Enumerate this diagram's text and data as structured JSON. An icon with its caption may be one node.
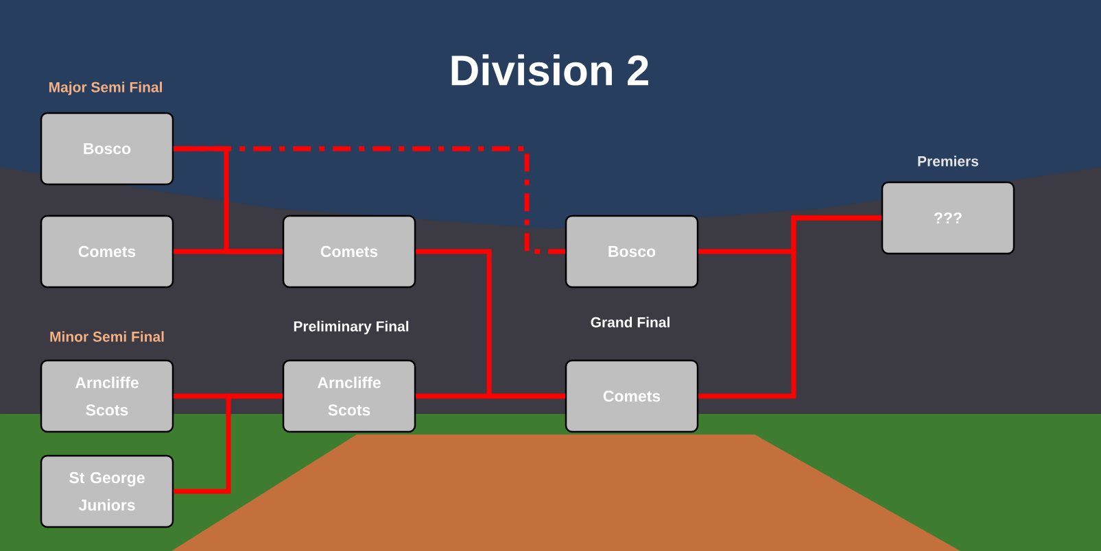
{
  "diagram": {
    "title": "Division 2",
    "nodes": [
      {
        "text": [
          "Bosco"
        ]
      },
      {
        "text": [
          "Comets"
        ]
      },
      {
        "text": [
          "Comets"
        ]
      },
      {
        "text": [
          "Bosco"
        ]
      },
      {
        "text": [
          "???"
        ]
      },
      {
        "text": [
          "Arncliffe Scots"
        ]
      },
      {
        "text": [
          "St George Juniors"
        ]
      },
      {
        "text": [
          "Arncliffe Scots"
        ]
      },
      {
        "text": [
          "Comets"
        ]
      }
    ],
    "edges": [
      {
        "from": 0,
        "to": 2,
        "arrow": "none"
      },
      {
        "from": 1,
        "to": 2,
        "arrow": "none"
      },
      {
        "from": 0,
        "to": 3,
        "arrow": "none",
        "style": "dashed"
      },
      {
        "from": 5,
        "to": 7,
        "arrow": "none"
      },
      {
        "from": 6,
        "to": 7,
        "arrow": "none"
      },
      {
        "from": 2,
        "to": 8,
        "arrow": "none"
      },
      {
        "from": 7,
        "to": 8,
        "arrow": "none"
      },
      {
        "from": 3,
        "to": 4,
        "arrow": "none"
      },
      {
        "from": 8,
        "to": 4,
        "arrow": "none"
      }
    ],
    "labels": [
      "Major Semi Final",
      "Premiers",
      "Minor Semi Final",
      "Preliminary Final",
      "Grand Final"
    ]
  }
}
